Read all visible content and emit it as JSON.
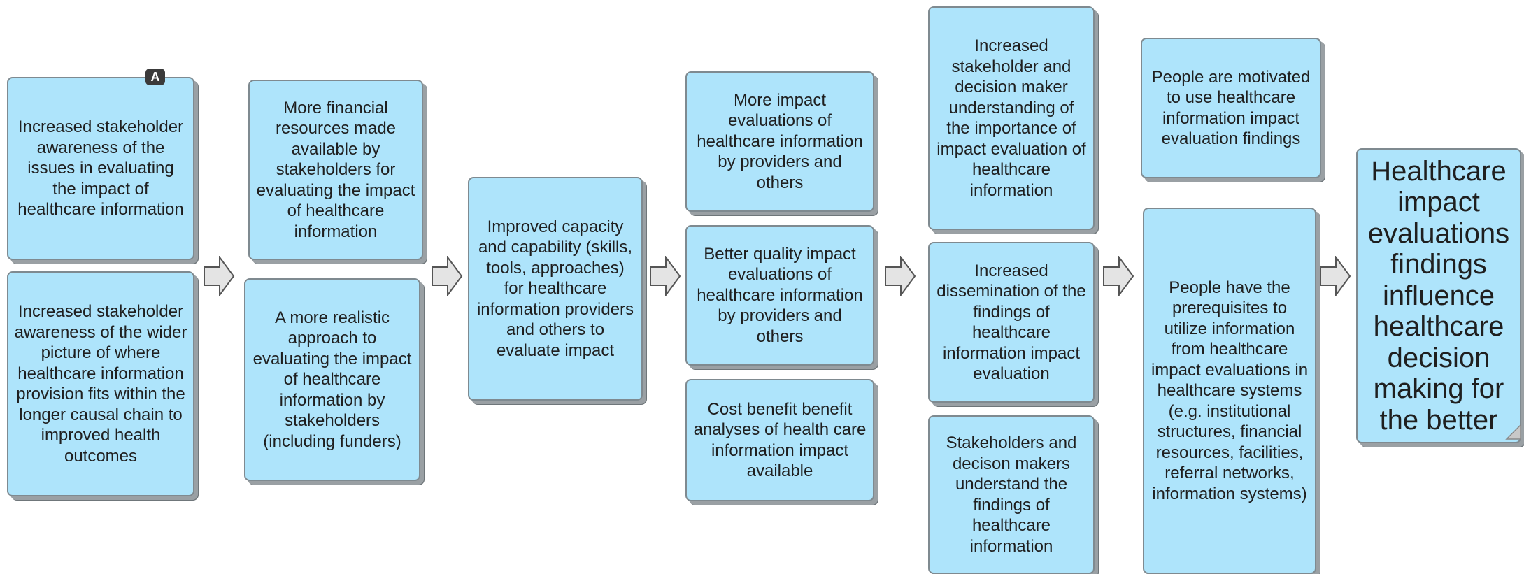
{
  "diagram": {
    "badge_label": "A",
    "boxes": {
      "b1": "Increased stakeholder awareness of the issues in evaluating the impact of healthcare information",
      "b2": "Increased stakeholder awareness of the wider picture of where healthcare information provision fits within the longer causal chain to improved health outcomes",
      "b3": "More financial resources made available by stakeholders for evaluating the impact of healthcare information",
      "b4": "A more realistic approach to evaluating the impact of healthcare information by stakeholders (including funders)",
      "b5": "Improved capacity and capability (skills, tools, approaches) for healthcare information providers and others to evaluate impact",
      "b6": "More impact evaluations of healthcare information by providers and others",
      "b7": "Better quality impact evaluations of healthcare information by providers and others",
      "b8": "Cost benefit benefit analyses of health care information impact available",
      "b9": "Increased stakeholder and decision maker understanding of the importance of impact evaluation of healthcare information",
      "b10": "Increased dissemination of the findings of healthcare information impact evaluation",
      "b11": "Stakeholders and decison makers understand the findings of healthcare information",
      "b12": "People are motivated to use healthcare information impact evaluation findings",
      "b13": "People have the prerequisites to utilize information from healthcare impact evaluations in healthcare systems (e.g. institutional structures, financial resources, facilities, referral networks, information systems)",
      "b14": "Healthcare impact evaluations findings influence healthcare decision making for the better"
    },
    "arrow_icon": "outline-right-arrow",
    "colors": {
      "box_fill": "#aee4fb",
      "box_border": "#7f8a90",
      "arrow_fill": "#e4e4e4"
    }
  }
}
